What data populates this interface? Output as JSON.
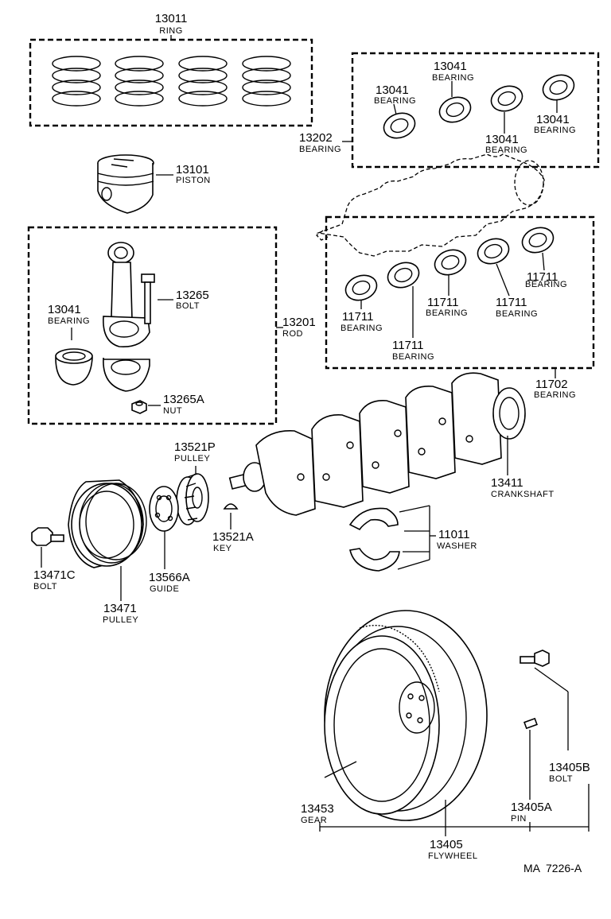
{
  "diagram_code": "MA  7226-A",
  "parts": {
    "ring": {
      "number": "13011",
      "name": "RING"
    },
    "piston": {
      "number": "13101",
      "name": "PISTON"
    },
    "rod": {
      "number": "13201",
      "name": "ROD"
    },
    "rod_bolt": {
      "number": "13265",
      "name": "BOLT"
    },
    "rod_nut": {
      "number": "13265A",
      "name": "NUT"
    },
    "rod_bearing": {
      "number": "13041",
      "name": "BEARING"
    },
    "main_bearing_upper_set": {
      "number": "13202",
      "name": "BEARING"
    },
    "bearing_upper_1": {
      "number": "13041",
      "name": "BEARING"
    },
    "bearing_upper_2": {
      "number": "13041",
      "name": "BEARING"
    },
    "bearing_upper_3": {
      "number": "13041",
      "name": "BEARING"
    },
    "bearing_upper_4": {
      "number": "13041",
      "name": "BEARING"
    },
    "bearing_lower_1": {
      "number": "11711",
      "name": "BEARING"
    },
    "bearing_lower_2": {
      "number": "11711",
      "name": "BEARING"
    },
    "bearing_lower_3": {
      "number": "11711",
      "name": "BEARING"
    },
    "bearing_lower_4": {
      "number": "11711",
      "name": "BEARING"
    },
    "bearing_lower_5": {
      "number": "11711",
      "name": "BEARING"
    },
    "main_bearing_lower_set": {
      "number": "11702",
      "name": "BEARING"
    },
    "crankshaft": {
      "number": "13411",
      "name": "CRANKSHAFT"
    },
    "washer": {
      "number": "11011",
      "name": "WASHER"
    },
    "timing_pulley": {
      "number": "13521P",
      "name": "PULLEY"
    },
    "key": {
      "number": "13521A",
      "name": "KEY"
    },
    "guide": {
      "number": "13566A",
      "name": "GUIDE"
    },
    "crank_pulley": {
      "number": "13471",
      "name": "PULLEY"
    },
    "pulley_bolt": {
      "number": "13471C",
      "name": "BOLT"
    },
    "ring_gear": {
      "number": "13453",
      "name": "GEAR"
    },
    "flywheel": {
      "number": "13405",
      "name": "FLYWHEEL"
    },
    "flywheel_pin": {
      "number": "13405A",
      "name": "PIN"
    },
    "flywheel_bolt": {
      "number": "13405B",
      "name": "BOLT"
    }
  }
}
